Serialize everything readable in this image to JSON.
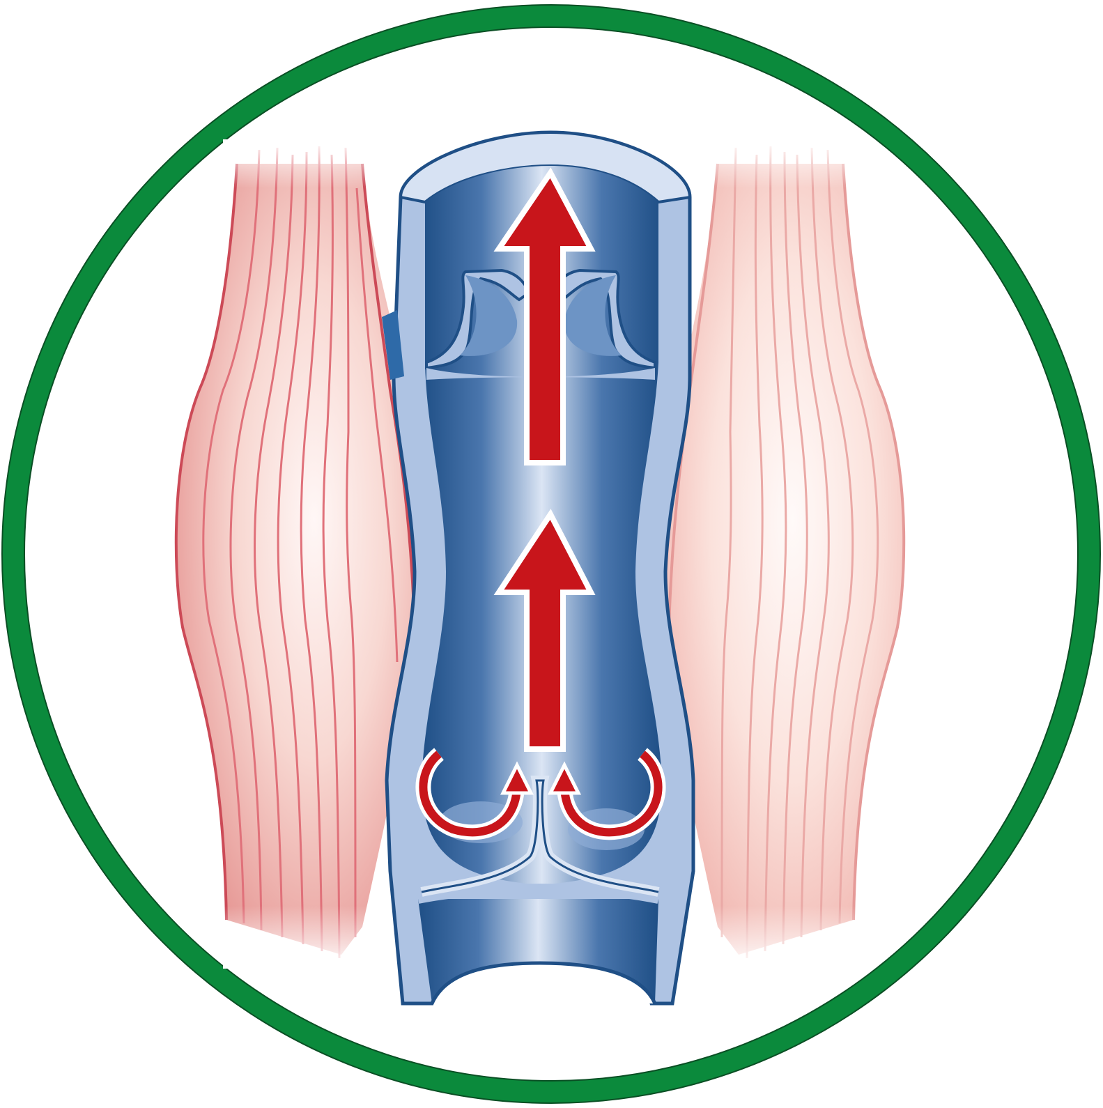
{
  "diagram": {
    "subject": "vein-valve-muscle-pump",
    "colors": {
      "frame_ring": "#0b8a3c",
      "frame_ring_edge": "#0a4f24",
      "vein_wall": "#aec3e3",
      "vein_wall_edge": "#1f4f86",
      "vein_lumen_dark": "#1f4f86",
      "vein_lumen_mid": "#5b85ba",
      "vein_lumen_light": "#dde7f5",
      "arrow_fill": "#c8151b",
      "arrow_outline": "#ffffff",
      "muscle_fiber": "#e0717a",
      "muscle_fiber_light": "#eaa9a6",
      "muscle_fill": "#f6c9c1"
    },
    "elements": {
      "frame": "circle-frame",
      "left_muscle": "muscle-left",
      "right_muscle": "muscle-right",
      "vein": "vein-cross-section",
      "upper_valve": "valve-open",
      "lower_valve": "valve-closed",
      "flow_arrows": [
        "arrow-up",
        "arrow-up"
      ],
      "backflow_arrows": [
        "curved-arrow-left",
        "curved-arrow-right"
      ]
    }
  }
}
